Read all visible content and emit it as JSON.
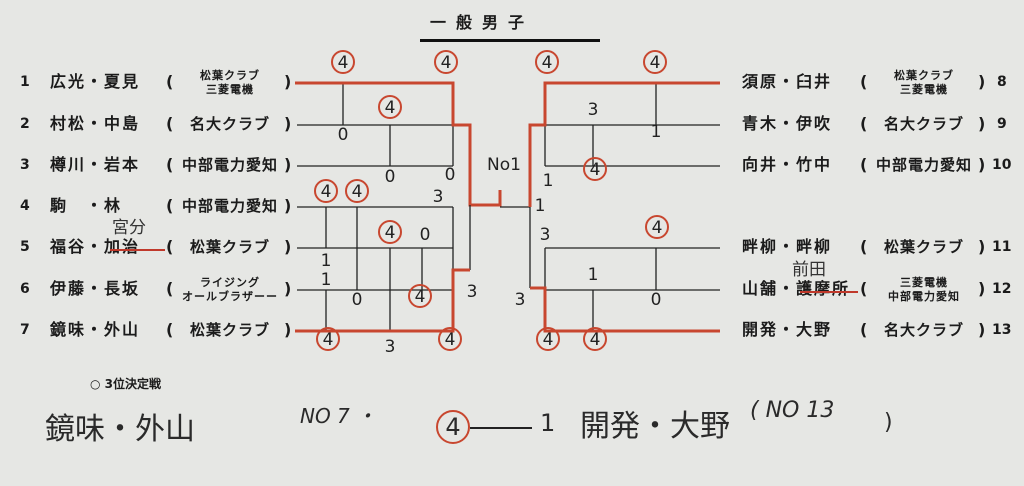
{
  "title": "一般男子",
  "left_entries": [
    {
      "no": "1",
      "name": "広光・夏見",
      "team": [
        "松葉クラブ",
        "三菱電機"
      ]
    },
    {
      "no": "2",
      "name": "村松・中島",
      "team": [
        "名大クラブ"
      ]
    },
    {
      "no": "3",
      "name": "樽川・岩本",
      "team": [
        "中部電力愛知"
      ]
    },
    {
      "no": "4",
      "name": "駒　・林",
      "team": [
        "中部電力愛知"
      ]
    },
    {
      "no": "5",
      "name": "福谷・加治",
      "team": [
        "松葉クラブ"
      ],
      "correction": "宮分"
    },
    {
      "no": "6",
      "name": "伊藤・長坂",
      "team": [
        "ライジング",
        "オールブラザーー"
      ]
    },
    {
      "no": "7",
      "name": "鏡味・外山",
      "team": [
        "松葉クラブ"
      ]
    }
  ],
  "right_entries": [
    {
      "no": "8",
      "name": "須原・臼井",
      "team": [
        "松葉クラブ",
        "三菱電機"
      ]
    },
    {
      "no": "9",
      "name": "青木・伊吹",
      "team": [
        "名大クラブ"
      ]
    },
    {
      "no": "10",
      "name": "向井・竹中",
      "team": [
        "中部電力愛知"
      ]
    },
    {
      "no": "11",
      "name": "畔柳・畔柳",
      "team": [
        "松葉クラブ"
      ]
    },
    {
      "no": "12",
      "name": "山舗・護摩所",
      "team": [
        "三菱電機",
        "中部電力愛知"
      ],
      "correction": "前田"
    },
    {
      "no": "13",
      "name": "開発・大野",
      "team": [
        "名大クラブ"
      ]
    }
  ],
  "final_label": "No1",
  "scores": [
    "4",
    "4",
    "4",
    "0",
    "0",
    "0",
    "3",
    "4",
    "4",
    "4",
    "0",
    "1",
    "1",
    "0",
    "4",
    "3",
    "4",
    "3",
    "4",
    "4",
    "4",
    "3",
    "1",
    "4",
    "1",
    "1",
    "3",
    "4",
    "1",
    "0",
    "3",
    "4",
    "4"
  ],
  "third_place": {
    "heading": "○ 3位決定戦",
    "team_a": "鏡味・外山",
    "team_a_no": "NO 7 ・",
    "score_a": "4",
    "score_b": "1",
    "team_b": "開発・大野",
    "team_b_no": "( NO 13",
    "close_paren": ")"
  },
  "colors": {
    "ink": "#1b1b1b",
    "red": "#c8472f",
    "paper": "#e6e7e4"
  }
}
